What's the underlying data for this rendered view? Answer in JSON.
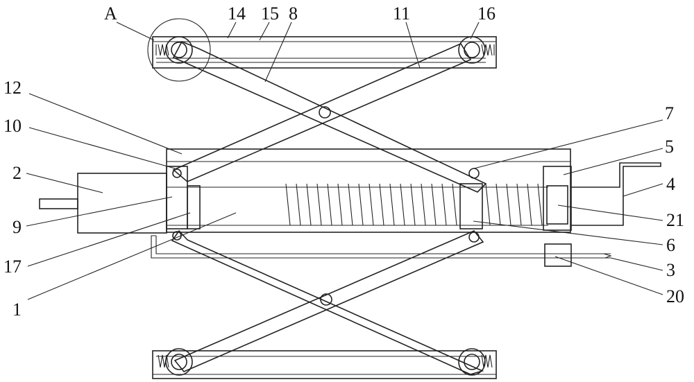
{
  "labels": {
    "a": "A",
    "n14": "14",
    "n15": "15",
    "n8": "8",
    "n11": "11",
    "n16": "16",
    "n12": "12",
    "n10": "10",
    "n2": "2",
    "n9": "9",
    "n17": "17",
    "n1": "1",
    "n7": "7",
    "n5": "5",
    "n4": "4",
    "n21": "21",
    "n6": "6",
    "n3": "3",
    "n20": "20"
  }
}
